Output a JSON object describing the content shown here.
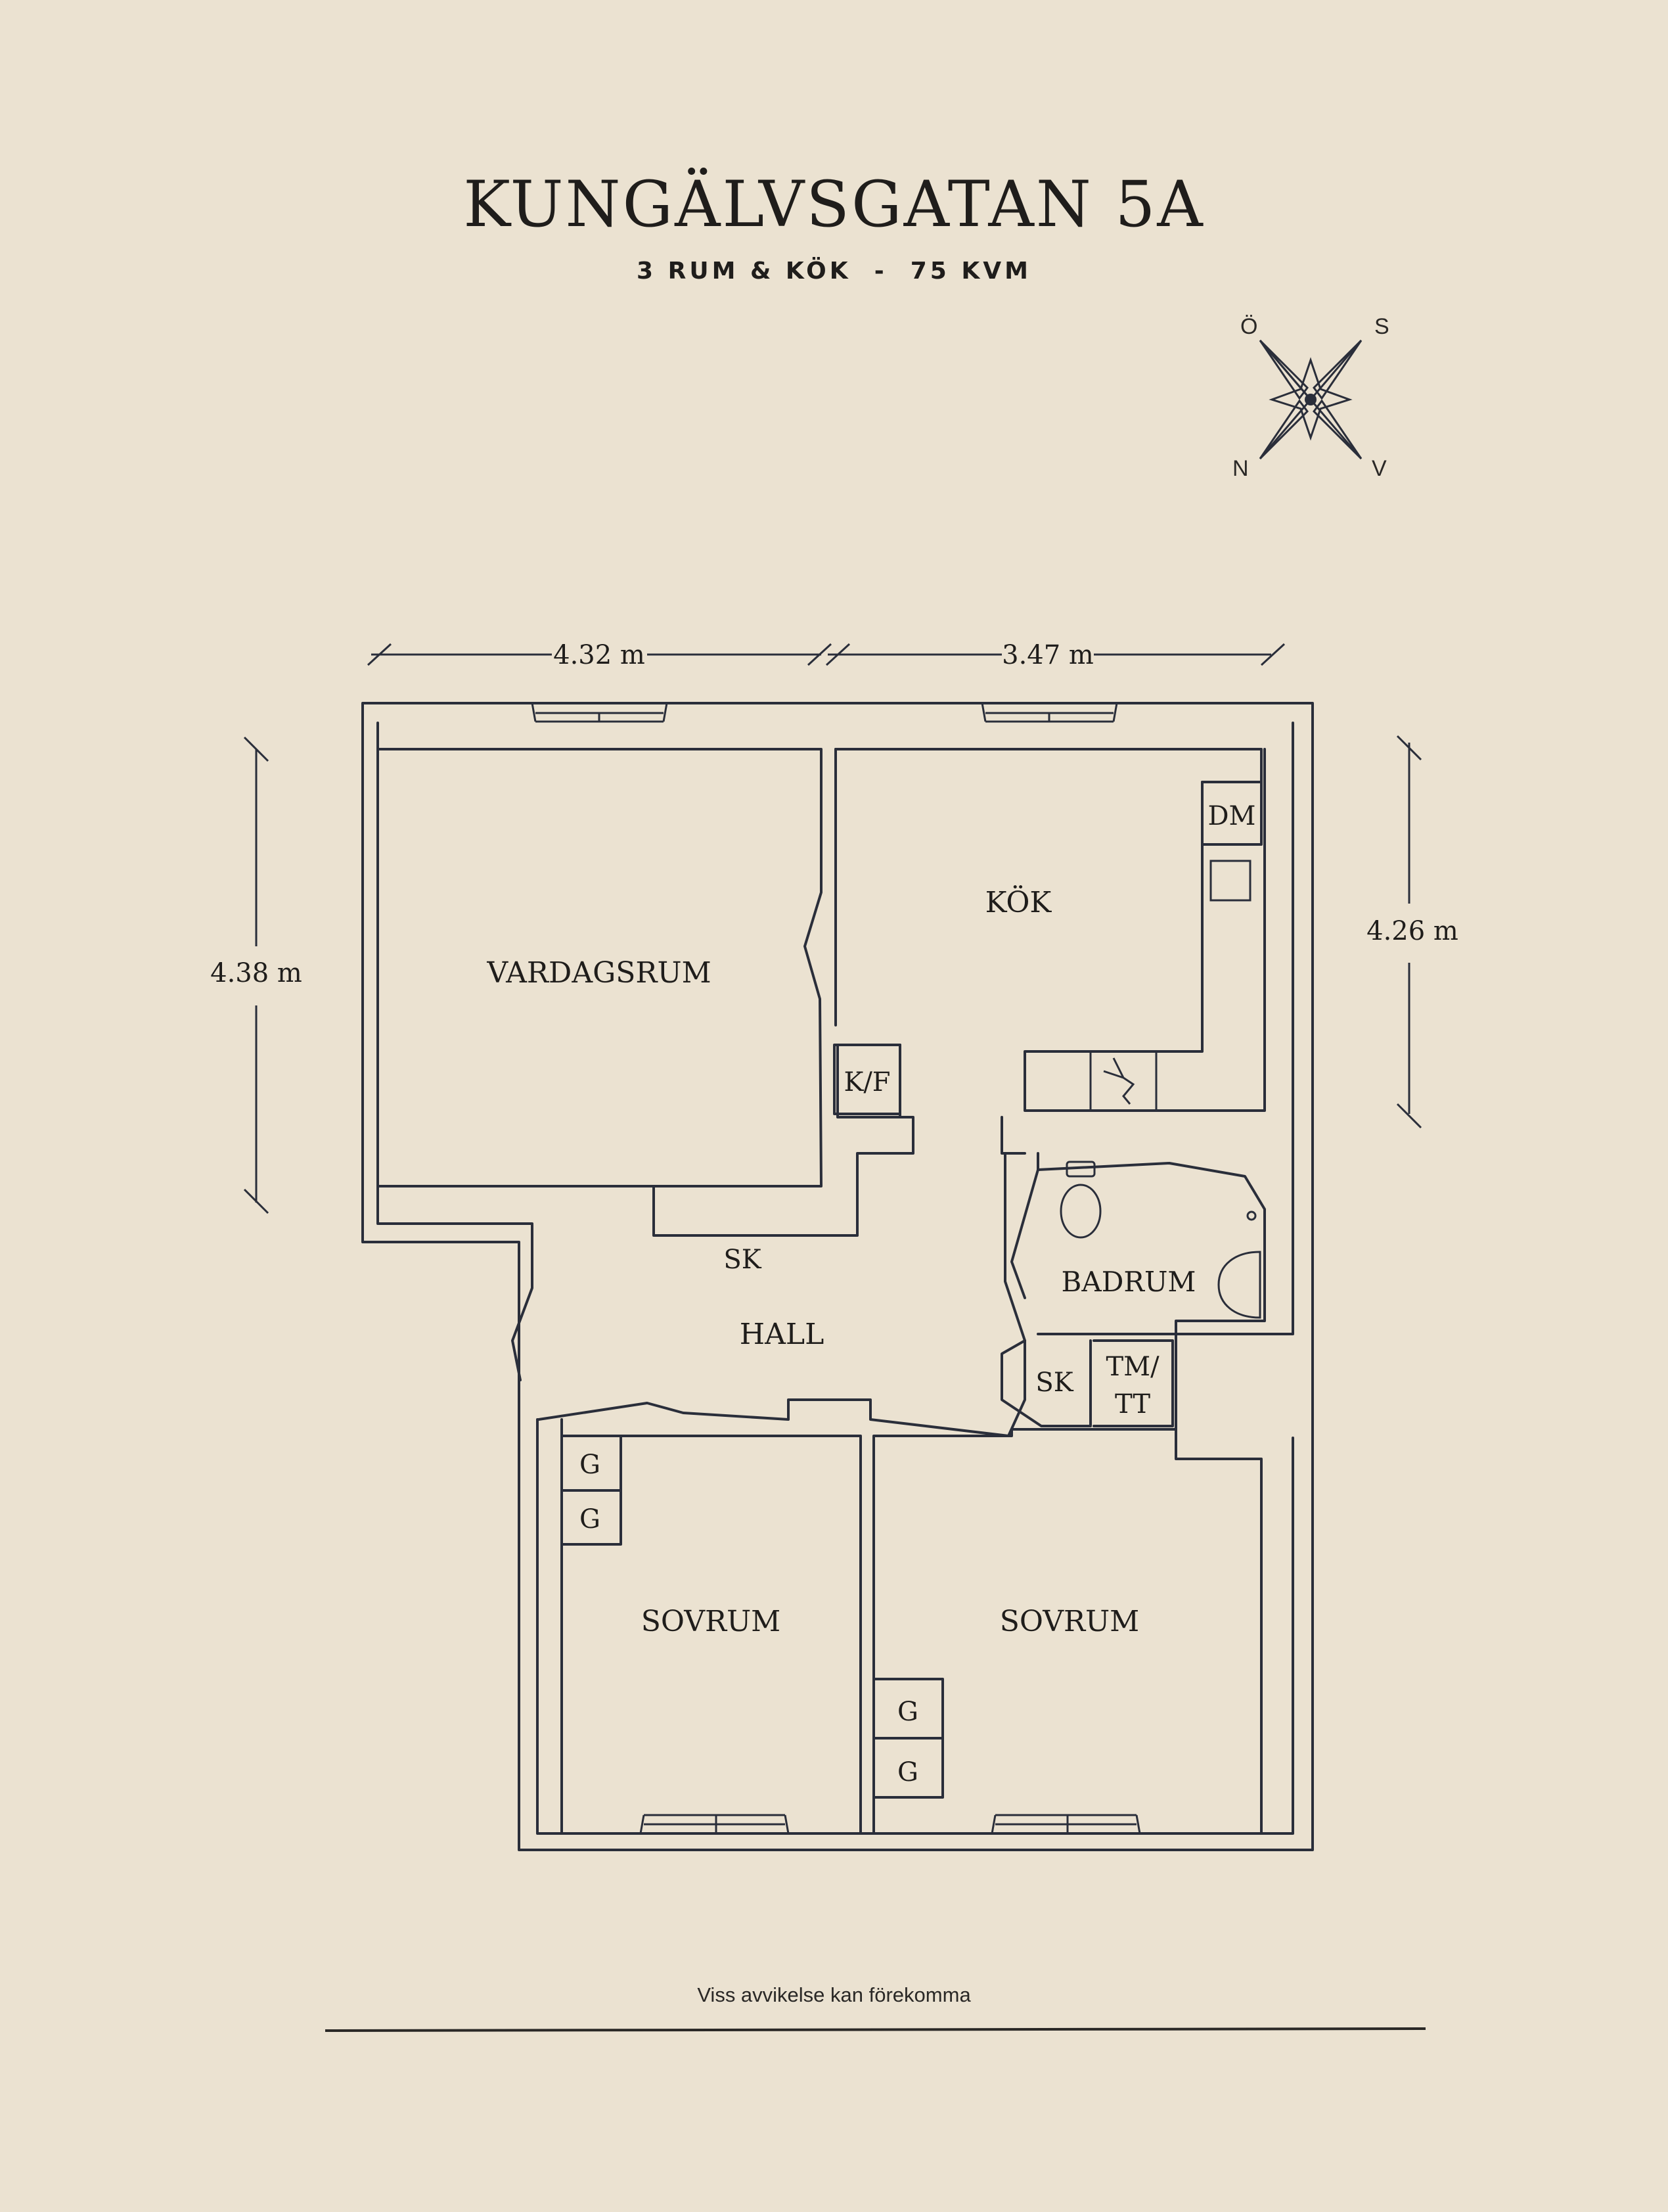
{
  "header": {
    "title": "KUNGÄLVSGATAN 5A",
    "subtitle": "3 RUM & KÖK  -  75 KVM"
  },
  "compass": {
    "n": "N",
    "s": "S",
    "o": "Ö",
    "v": "V"
  },
  "dimensions": {
    "top_left": "4.32 m",
    "top_right": "3.47 m",
    "left": "4.38 m",
    "right": "4.26 m"
  },
  "rooms": {
    "vardagsrum": "VARDAGSRUM",
    "kok": "KÖK",
    "dm": "DM",
    "kf": "K/F",
    "sk_hall": "SK",
    "hall": "HALL",
    "badrum": "BADRUM",
    "sk_bath": "SK",
    "tm": "TM/",
    "tt": "TT",
    "sovrum_left": "SOVRUM",
    "sovrum_right": "SOVRUM",
    "g": "G"
  },
  "footer": {
    "disclaimer": "Viss avvikelse kan förekomma"
  }
}
